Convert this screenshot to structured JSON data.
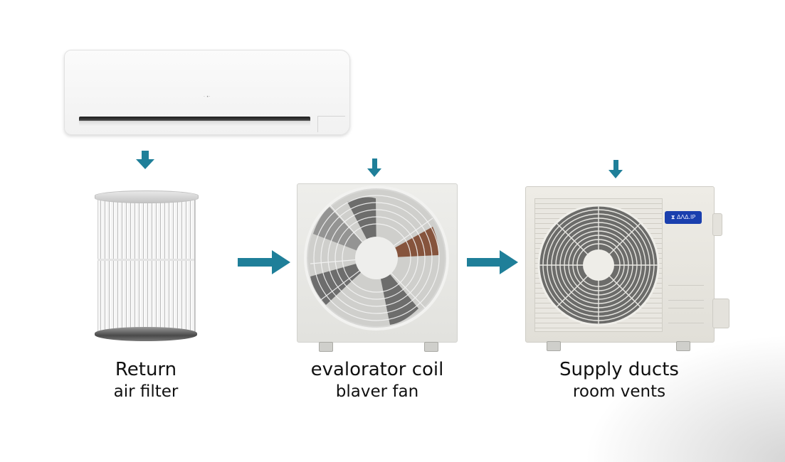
{
  "diagram": {
    "title": "",
    "colors": {
      "arrow": "#1f7f99",
      "background": "#ffffff",
      "badge": "#1a3fae",
      "text": "#111111"
    },
    "indoor_unit": {
      "name": "wall-mounted indoor unit",
      "logo_text": "· •·"
    },
    "stages": [
      {
        "id": "filter",
        "image": "cylindrical air filter",
        "label_line1": "Return",
        "label_line1_glyph_note": "first letter rendered distorted",
        "label_line2": "air filter"
      },
      {
        "id": "evaporator",
        "image": "fan unit with guard",
        "label_line1": "evalorator coil",
        "label_line2": "blaver fan"
      },
      {
        "id": "supply",
        "image": "outdoor condenser unit",
        "badge_text": "⧗ ΔΛΔ.ΙΡ",
        "label_line1": "Supply ducts",
        "label_line2": "room vents"
      }
    ],
    "flow_arrows": [
      {
        "from": "indoor_unit",
        "to": "filter",
        "direction": "down"
      },
      {
        "from": "top",
        "to": "evaporator",
        "direction": "down"
      },
      {
        "from": "top",
        "to": "supply",
        "direction": "down"
      },
      {
        "from": "filter",
        "to": "evaporator",
        "direction": "right"
      },
      {
        "from": "evaporator",
        "to": "supply",
        "direction": "right"
      }
    ]
  }
}
